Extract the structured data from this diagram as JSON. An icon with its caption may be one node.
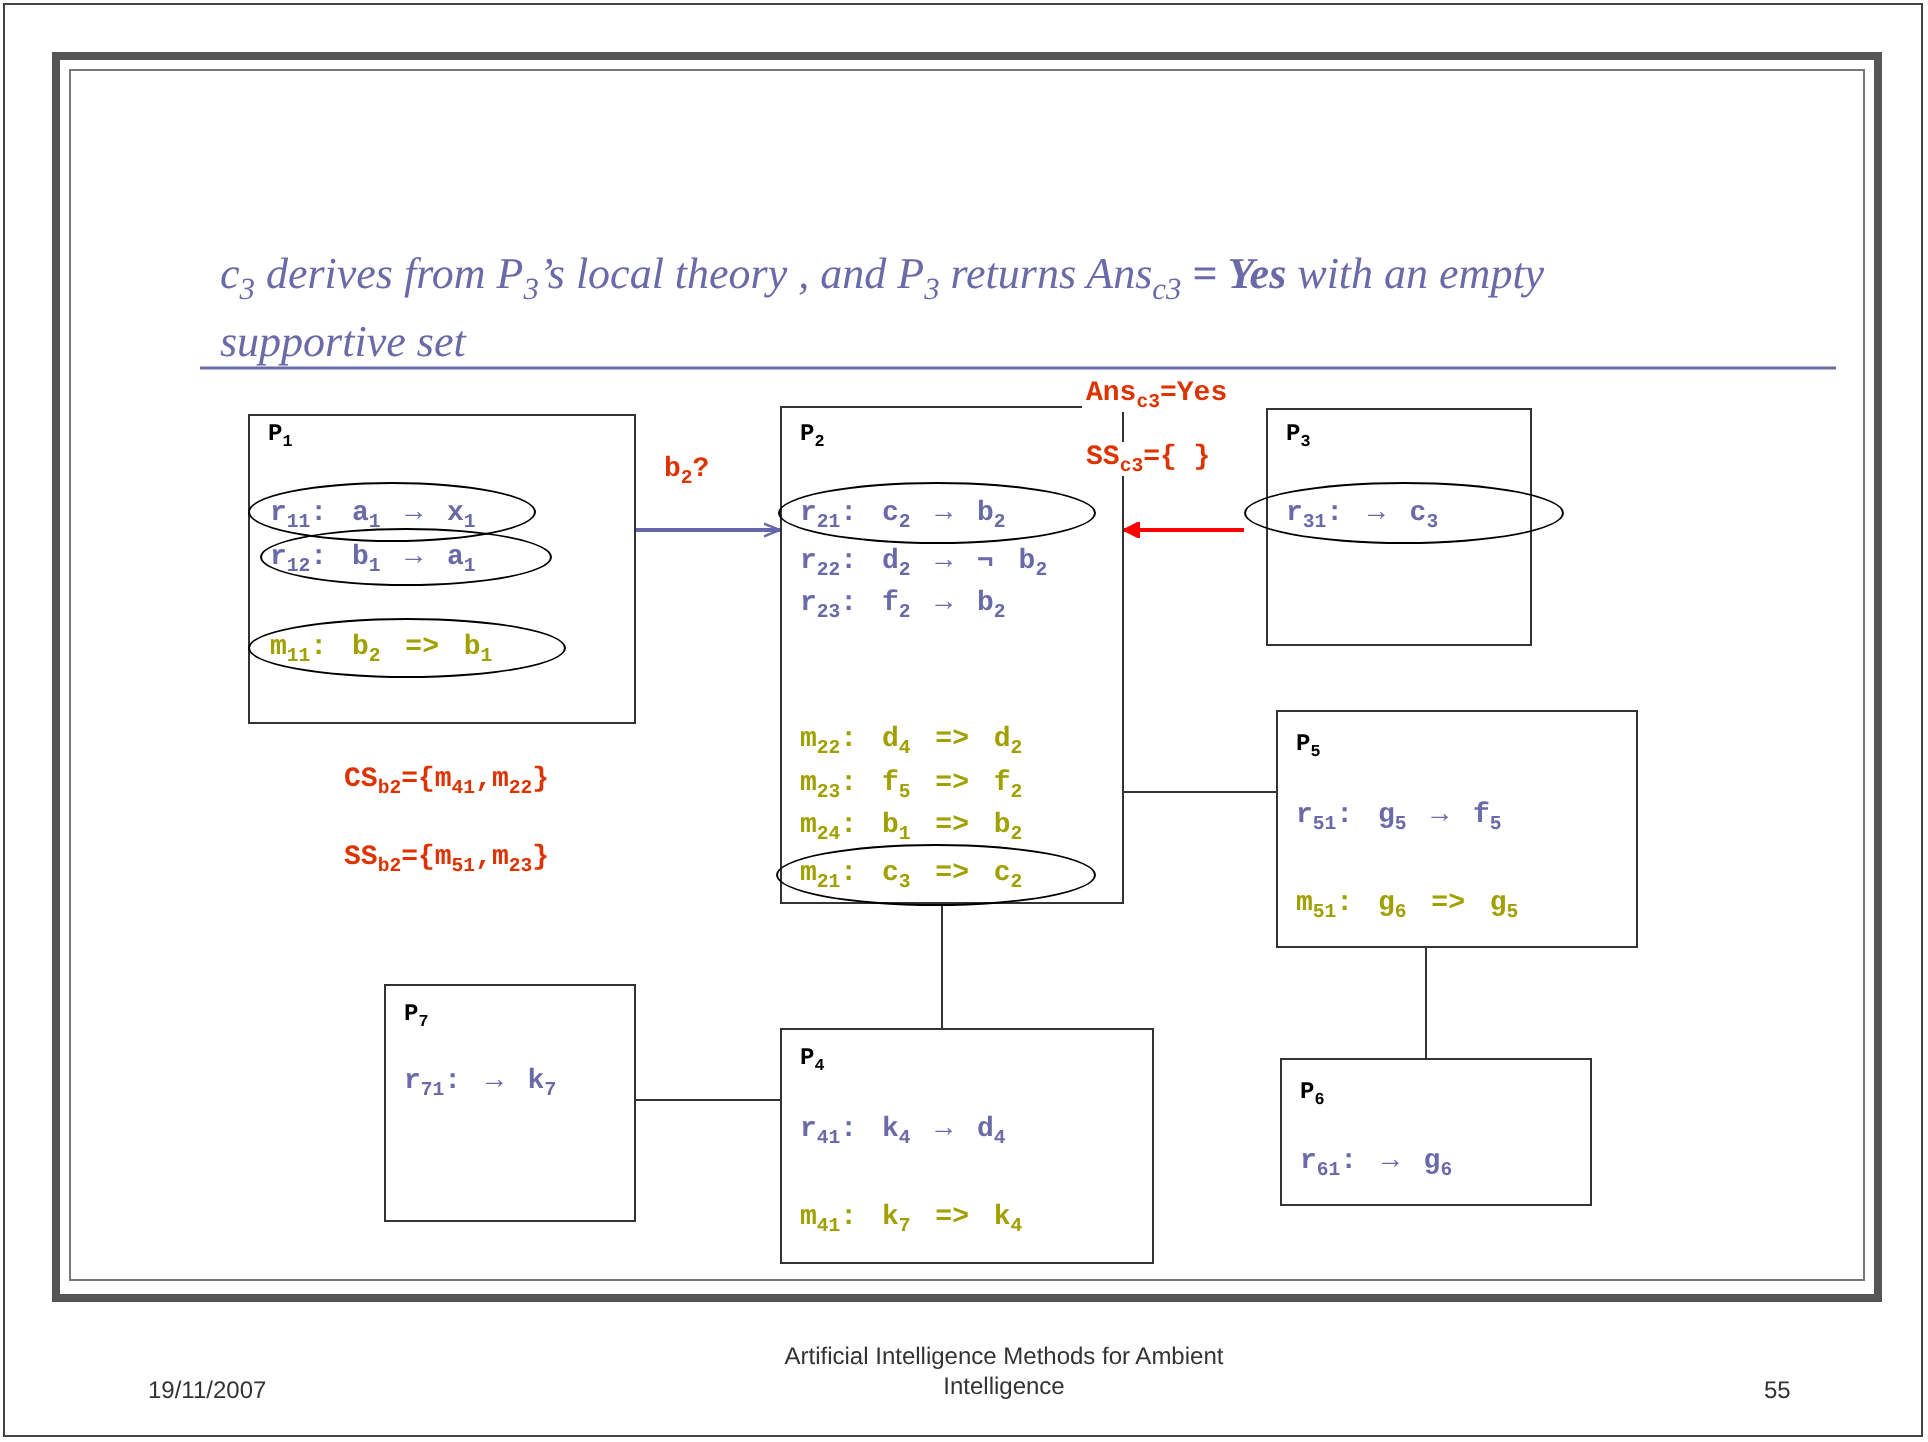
{
  "diagram": {
    "title": "c$_{3}$ derives from P$_{3}$’s local theory , and P$_{3}$  returns Ans$_{c3}$ **= Yes** with an empty supportive set",
    "nodes": [
      {
        "text": [
          "P$_{1}$"
        ]
      },
      {
        "text": [
          "r$_{11}$: a$_{1}$ → x$_{1}$"
        ],
        "in": 0
      },
      {
        "text": [
          "r$_{12}$: b$_{1}$ → a$_{1}$"
        ],
        "in": 0
      },
      {
        "text": [
          "m$_{11}$: b$_{2}$ => b$_{1}$"
        ],
        "in": 0
      },
      {
        "text": [
          "P$_{2}$",
          "r$_{22}$: d$_{2}$ → ¬ b$_{2}$",
          "r$_{23}$: f$_{2}$ → b$_{2}$",
          "m$_{22}$: d$_{4}$ => d$_{2}$",
          "m$_{23}$: f$_{5}$ => f$_{2}$",
          "m$_{24}$: b$_{1}$ => b$_{2}$"
        ]
      },
      {
        "text": [
          "r$_{21}$: c$_{2}$ → b$_{2}$"
        ],
        "in": 4
      },
      {
        "text": [
          "m$_{21}$: c$_{3}$ => c$_{2}$"
        ],
        "in": 4
      },
      {
        "text": [
          "P$_{3}$"
        ]
      },
      {
        "text": [
          "r$_{31}$: → c$_{3}$"
        ],
        "in": 7
      },
      {
        "text": [
          "P$_{5}$",
          "r$_{51}$: g$_{5}$ → f$_{5}$",
          "m$_{51}$: g$_{6}$ => g$_{5}$"
        ]
      },
      {
        "text": [
          "P$_{7}$",
          "r$_{71}$: → k$_{7}$"
        ]
      },
      {
        "text": [
          "P$_{4}$",
          "r$_{41}$: k$_{4}$ → d$_{4}$",
          "m$_{41}$: k$_{7}$ => k$_{4}$"
        ]
      },
      {
        "text": [
          "P$_{6}$",
          "r$_{61}$: → g$_{6}$"
        ]
      }
    ],
    "edges": [
      {
        "from": 0,
        "to": 4,
        "arrow": "to",
        "label": "b$_{2}$?",
        "color": "#6666aa"
      },
      {
        "from": 8,
        "to": 4,
        "arrow": "to",
        "color": "#ff0000"
      },
      {
        "from": 4,
        "to": 9,
        "arrow": "none"
      },
      {
        "from": 4,
        "to": 11,
        "arrow": "none"
      },
      {
        "from": 10,
        "to": 11,
        "arrow": "none"
      },
      {
        "from": 9,
        "to": 12,
        "arrow": "none"
      }
    ],
    "labels": [
      "Ans$_{c3}$=Yes",
      "SS$_{c3}$={ }",
      "CS$_{b2}$={m$_{41}$,m$_{22}$}",
      "SS$_{b2}$={m$_{51}$,m$_{23}$}",
      "19/11/2007",
      "Artificial Intelligence Methods for Ambient Intelligence",
      "55"
    ]
  }
}
